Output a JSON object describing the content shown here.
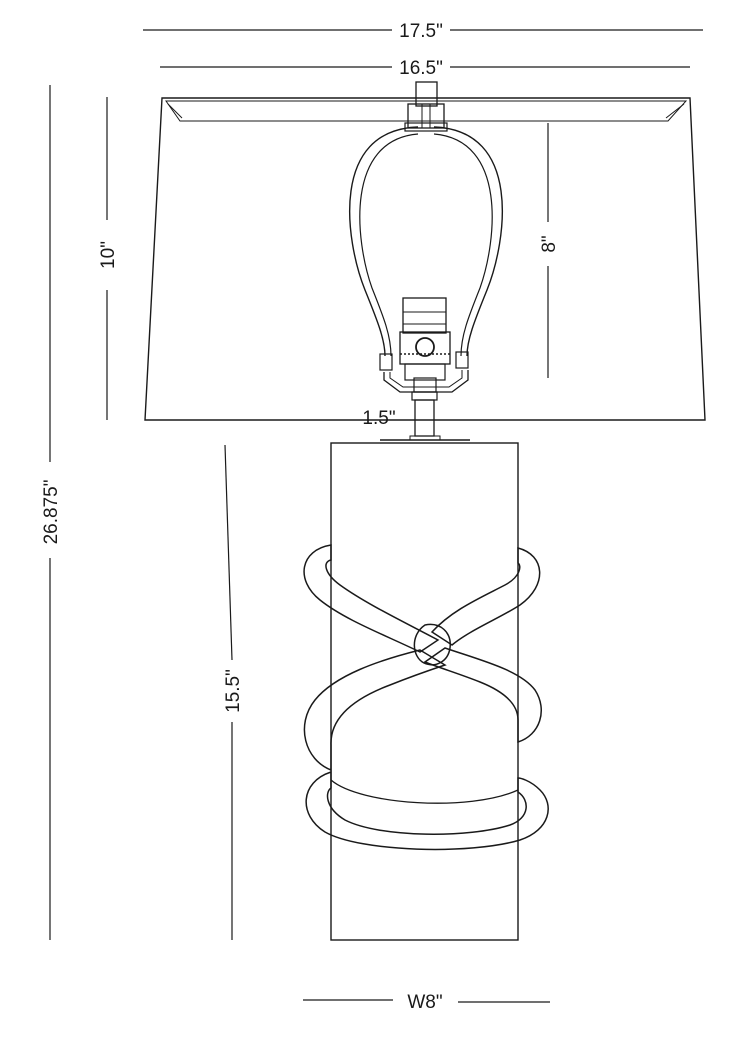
{
  "dimensions": {
    "shade_top_width": "17.5\"",
    "shade_bottom_width": "16.5\"",
    "shade_height": "10\"",
    "harp_height": "8\"",
    "overall_height": "26.875\"",
    "neck_height": "1.5\"",
    "base_height": "15.5\"",
    "base_width": "W8\""
  },
  "colors": {
    "stroke": "#1a1a1a",
    "background": "#ffffff"
  }
}
